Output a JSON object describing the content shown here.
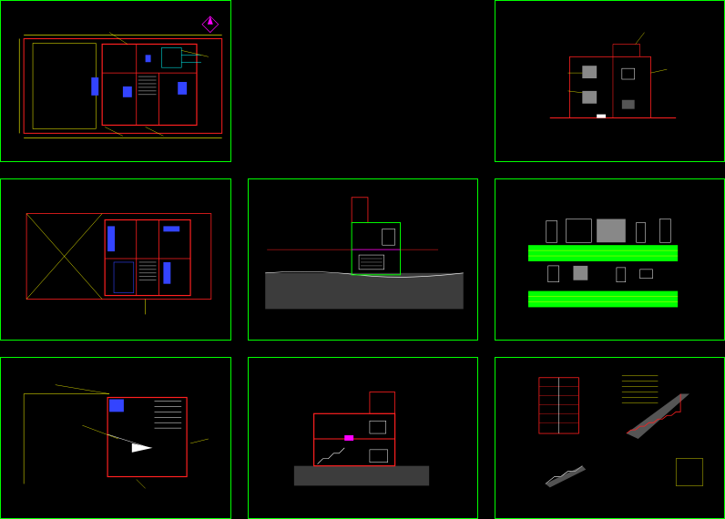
{
  "app": {
    "title": ""
  },
  "colors": {
    "background": "#000000",
    "frame": "#00ff00",
    "wall": "#ff2020",
    "dim": "#ffff00",
    "blue": "#3344ff",
    "white": "#ffffff",
    "magenta": "#ff00ff",
    "cyan": "#00ffff"
  },
  "sheets": [
    {
      "id": "ground-floor-plan",
      "kind": "plan"
    },
    {
      "id": "front-elevation",
      "kind": "elevation"
    },
    {
      "id": "upper-floor-plan",
      "kind": "plan"
    },
    {
      "id": "section-a",
      "kind": "section"
    },
    {
      "id": "openings-schedule",
      "kind": "schedule"
    },
    {
      "id": "roof-plan",
      "kind": "plan"
    },
    {
      "id": "section-b",
      "kind": "section"
    },
    {
      "id": "stair-details",
      "kind": "detail"
    }
  ],
  "icons": {
    "north_arrow": "north-arrow-icon"
  }
}
